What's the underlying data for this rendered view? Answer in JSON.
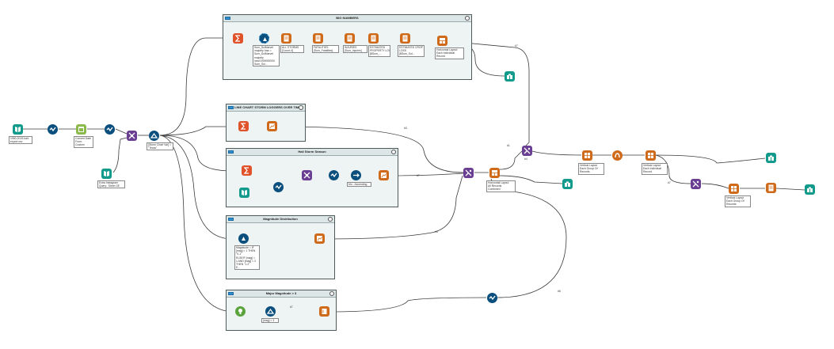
{
  "containers": {
    "big_numbers": "BIG NUMBERS",
    "line_chart": "LINE CHART STORM LOGGERS OVER TIME",
    "hail": "Hail Storm Season",
    "magnitude": "Magnitude Distribution",
    "major": "Major Magnitude > 3"
  },
  "annotations": {
    "input_file": "1950-2019-hail-\nexport.csv",
    "convert": "Convert Date\nFrom:\nCustom",
    "extra_input": "Extra Instagram\nQuery: 'Sheet 1$'",
    "filter_hail": "[Storm Chart Var] =\n\"Texas\"",
    "summarize_formula": "Sum_SolMarvel\nmajority loss =\nSum_SolMarvel\nmajority\nloss/1000000000\nSum_Sol...",
    "report_1": "ALL STORMS\n[Count-4]",
    "report_2": "FATALITIES\n[Sum_Fatalities]",
    "report_3": "INJURIES\n[Sum_Injuries]",
    "report_4": "ESTIMATED\nPROPERTY LOSS\n[$Sum_...",
    "report_5": "ESTIMATED CROP\nLOSS\n[$Sum_Sol...",
    "horiz_each": "Horizontal Layout\nEach Individual\nRecord",
    "hail_sort": "Mo - Ascending",
    "mag_formula": "Magnitude = IF\n[mag] < 1 THEN\n\"0-1\"\nELSEIF [mag] >\n1 AND [mag] < 2\nTHEN \"1-2\"\nE...",
    "major_filter": "[mag] > 3",
    "horiz_all": "Horizontal Layout\nAll Records\nCombined",
    "vert_group_1": "Vertical Layout\nEach Group Of\nRecords",
    "vert_each": "Vertical Layout\nEach Individual\nRecord",
    "vert_group_2": "Vertical Layout\nEach Group Of\nRecords"
  },
  "conn_labels": {
    "l1": "#7",
    "l2": "#3",
    "l3": "#1",
    "l4": "#7",
    "l5": "#5",
    "l6": "#7",
    "l7": "#7",
    "l8": "#6",
    "l9": "#4"
  },
  "colors": {
    "input": "#129a8d",
    "preparation": "#0a4f7e",
    "join": "#6a3f93",
    "transform": "#e47a1f",
    "reporting": "#cf6a1a",
    "browse": "#129a8d",
    "green": "#5aa33d",
    "container_bg": "#eef3f3"
  }
}
